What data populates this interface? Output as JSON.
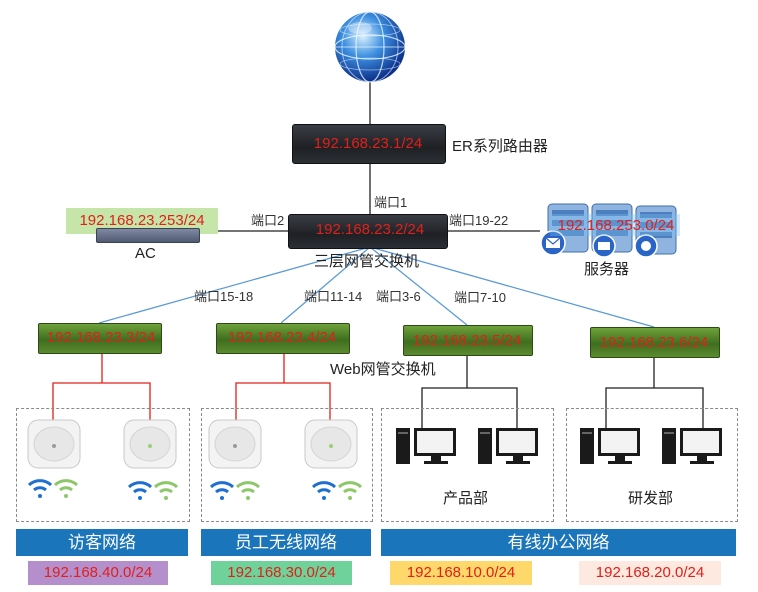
{
  "colors": {
    "line_blue": "#5b9bd5",
    "line_red": "#e0201a",
    "line_black": "#222222",
    "label_blue_bg": "#1b75bb",
    "ip_red": "#e0201a",
    "subnet_guest_bg": "#b48fcc",
    "subnet_staff_bg": "#6fd29a",
    "subnet_product_bg": "#ffd86b",
    "subnet_rd_bg": "#fde9df"
  },
  "internet": {
    "icon": "globe-icon"
  },
  "router": {
    "ip": "192.168.23.1/24",
    "label": "ER系列路由器"
  },
  "core_switch": {
    "ip": "192.168.23.2/24",
    "label": "三层网管交换机"
  },
  "ports": {
    "p1": "端口1",
    "p2": "端口2",
    "p19_22": "端口19-22",
    "p15_18": "端口15-18",
    "p11_14": "端口11-14",
    "p3_6": "端口3-6",
    "p7_10": "端口7-10"
  },
  "ac": {
    "ip": "192.168.23.253/24",
    "label": "AC"
  },
  "servers": {
    "ip": "192.168.253.0/24",
    "label": "服务器"
  },
  "web_switches": {
    "label": "Web网管交换机",
    "items": [
      {
        "ip": "192.168.23.3/24"
      },
      {
        "ip": "192.168.23.4/24"
      },
      {
        "ip": "192.168.23.5/24"
      },
      {
        "ip": "192.168.23.6/24"
      }
    ]
  },
  "groups": {
    "product_label": "产品部",
    "rd_label": "研发部"
  },
  "networks": {
    "guest": "访客网络",
    "staff_wireless": "员工无线网络",
    "wired_office": "有线办公网络"
  },
  "subnets": {
    "guest": "192.168.40.0/24",
    "staff": "192.168.30.0/24",
    "product": "192.168.10.0/24",
    "rd": "192.168.20.0/24"
  }
}
